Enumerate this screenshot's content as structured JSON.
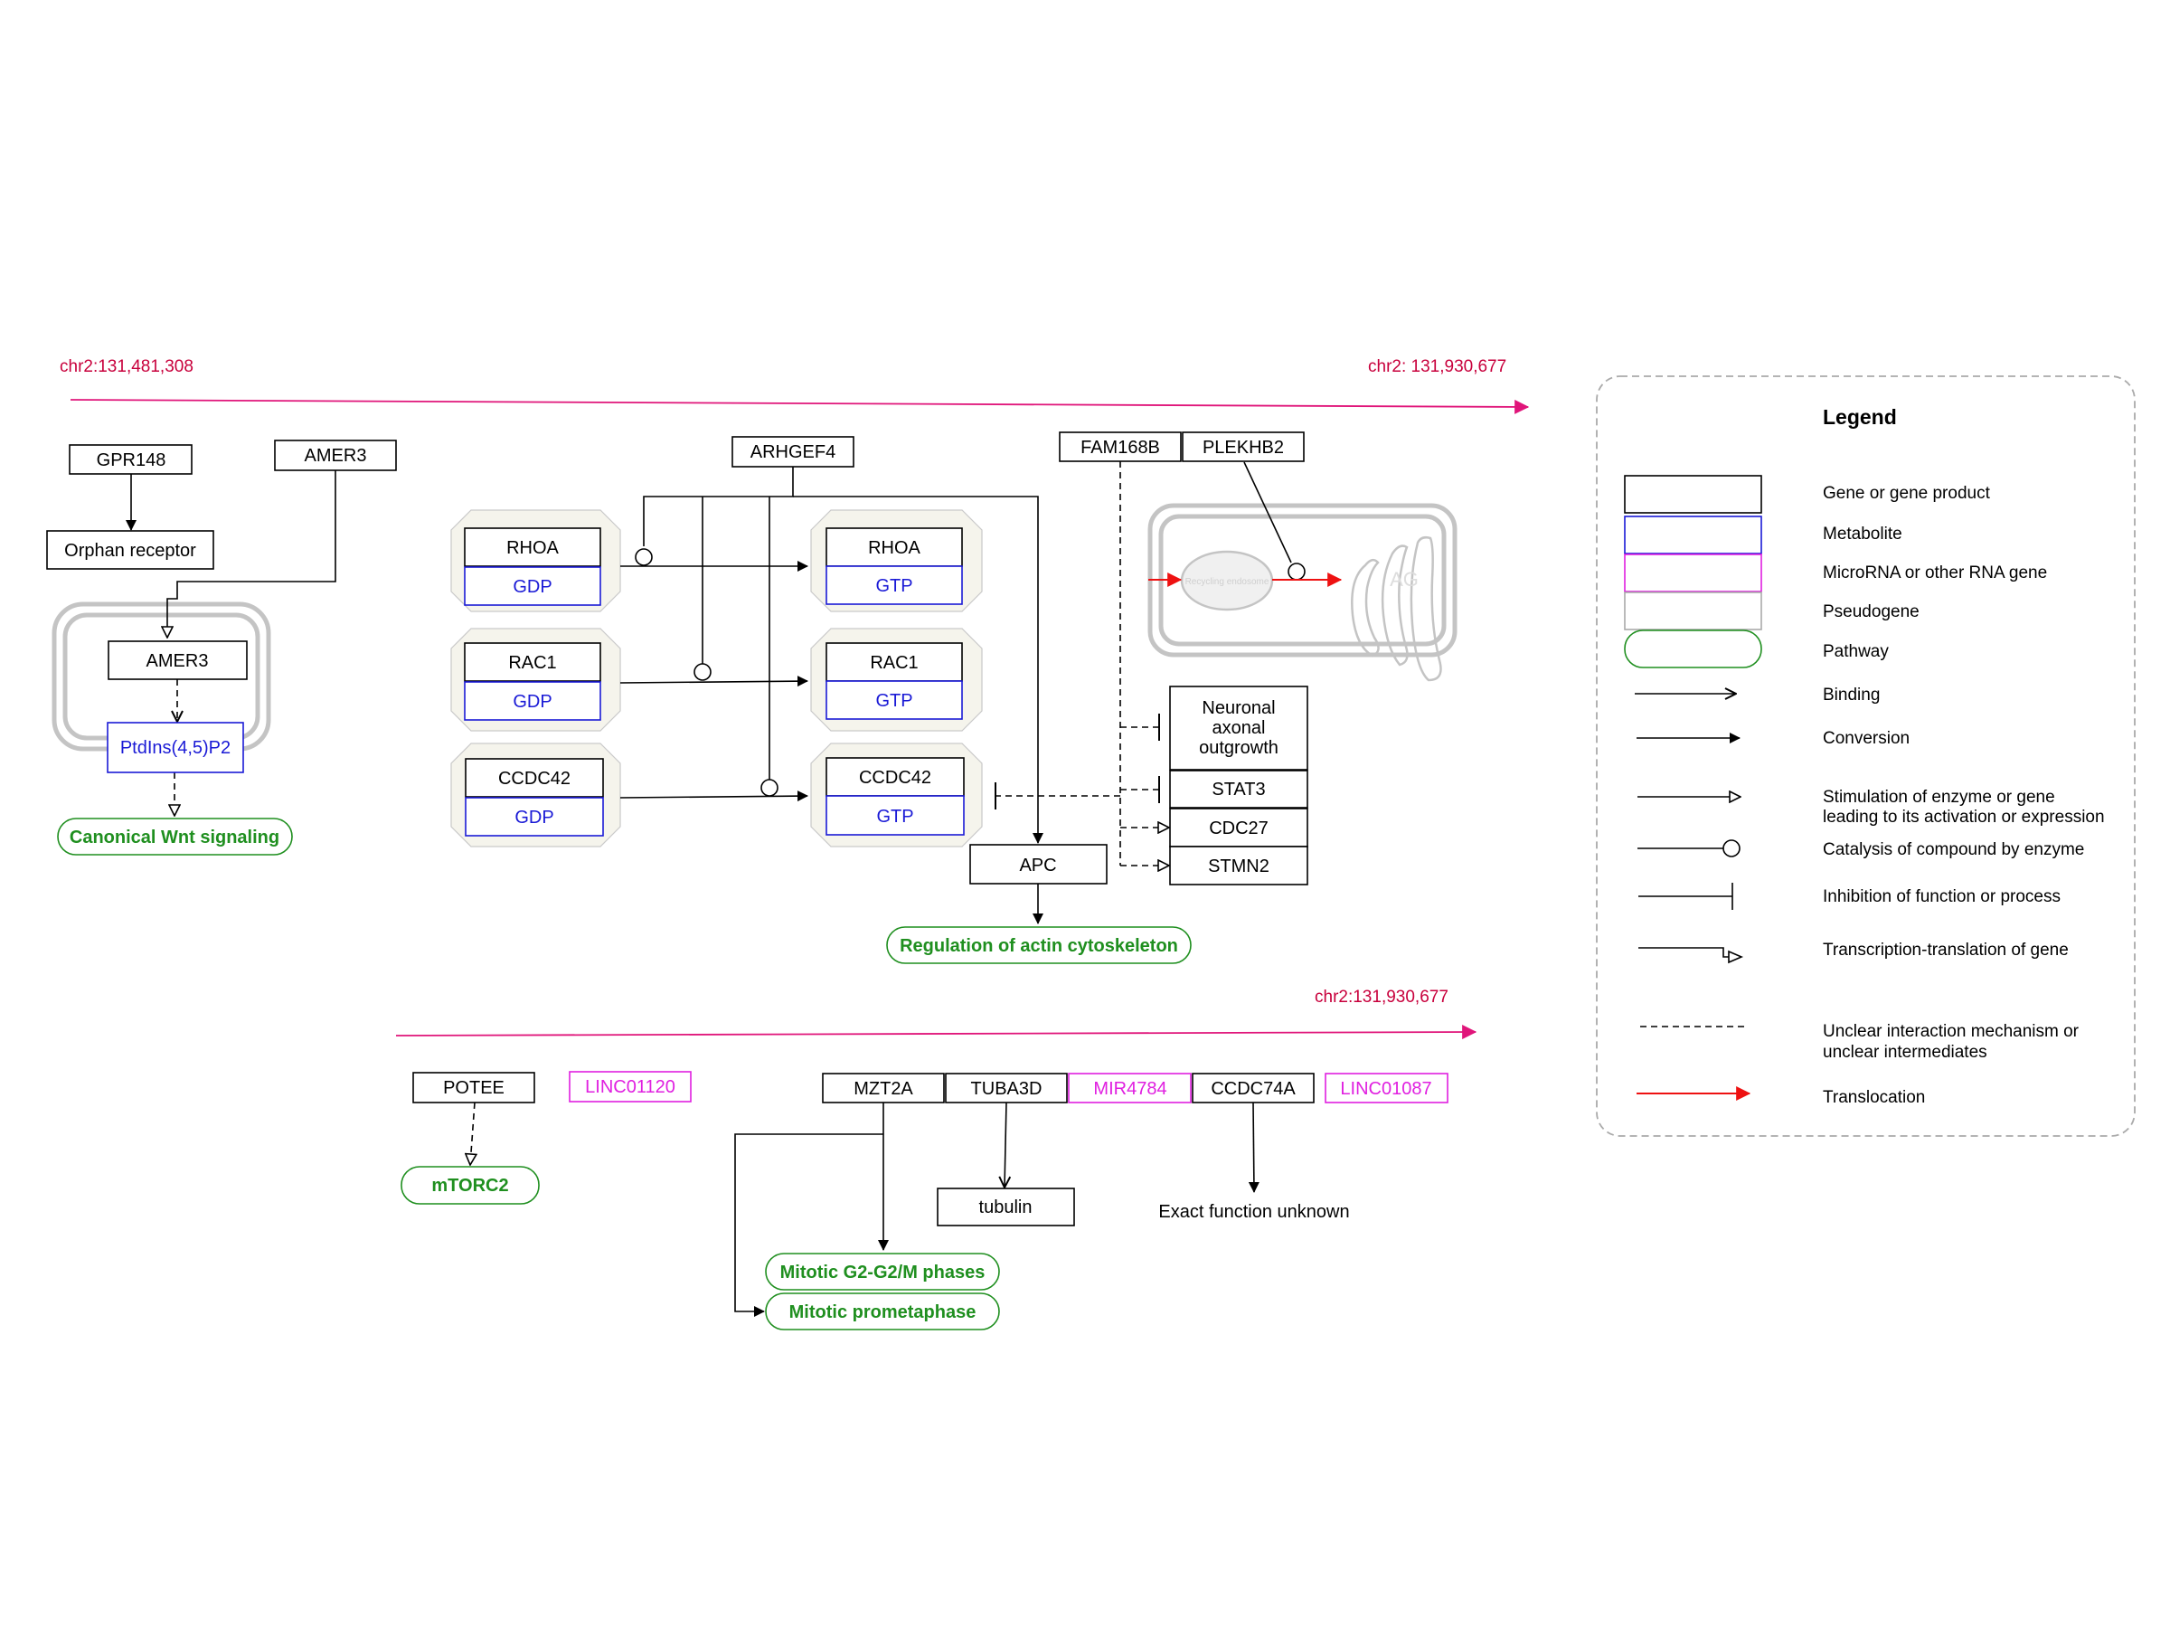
{
  "colors": {
    "genomic_axis": "#e0157a",
    "coordinate_text": "#c8003c",
    "gene_border": "#000000",
    "metabolite": "#1a1ad6",
    "rna_gene": "#e020e0",
    "pseudogene": "#aaaaaa",
    "pathway": "#1f8f1f",
    "translocation": "#ee1111",
    "compartment": "#b8b8b8",
    "complex_fill": "#f5f4ec"
  },
  "coordinates": {
    "top_left": "chr2:131,481,308",
    "top_right": "chr2: 131,930,677",
    "bottom_right": "chr2:131,930,677"
  },
  "genes": {
    "gpr148": "GPR148",
    "amer3_top": "AMER3",
    "amer3_inner": "AMER3",
    "arhgef4": "ARHGEF4",
    "fam168b": "FAM168B",
    "plekhb2": "PLEKHB2",
    "rhoa_gdp": "RHOA",
    "rhoa_gtp": "RHOA",
    "rac1_gdp": "RAC1",
    "rac1_gtp": "RAC1",
    "ccdc42_gdp": "CCDC42",
    "ccdc42_gtp": "CCDC42",
    "apc": "APC",
    "stat3": "STAT3",
    "cdc27": "CDC27",
    "stmn2": "STMN2",
    "potee": "POTEE",
    "mzt2a": "MZT2A",
    "tuba3d": "TUBA3D",
    "ccdc74a": "CCDC74A",
    "tubulin": "tubulin"
  },
  "rna_genes": {
    "linc01120": "LINC01120",
    "mir4784": "MIR4784",
    "linc01087": "LINC01087"
  },
  "metabolites": {
    "ptdins": "PtdIns(4,5)P2",
    "gdp": "GDP",
    "gtp": "GTP"
  },
  "labels": {
    "orphan_receptor": "Orphan receptor",
    "neuronal_line1": "Neuronal",
    "neuronal_line2": "axonal",
    "neuronal_line3": "outgrowth",
    "exact_function": "Exact function unknown",
    "recycling_endosome": "Recycling endosome",
    "golgi": "AG"
  },
  "pathways": {
    "wnt": "Canonical Wnt signaling",
    "actin": "Regulation of actin cytoskeleton",
    "mtorc2": "mTORC2",
    "g2m": "Mitotic G2-G2/M phases",
    "prometaphase": "Mitotic prometaphase"
  },
  "legend": {
    "title": "Legend",
    "gene": "Gene or gene product",
    "metabolite": "Metabolite",
    "rna": "MicroRNA or other RNA gene",
    "pseudogene": "Pseudogene",
    "pathway": "Pathway",
    "binding": "Binding",
    "conversion": "Conversion",
    "stimulation_line1": "Stimulation of enzyme or gene",
    "stimulation_line2": "leading to its activation or expression",
    "catalysis": "Catalysis of compound by enzyme",
    "inhibition": "Inhibition of function or process",
    "transcription": "Transcription-translation of gene",
    "unclear_line1": "Unclear interaction mechanism or",
    "unclear_line2": "unclear intermediates",
    "translocation": "Translocation"
  }
}
